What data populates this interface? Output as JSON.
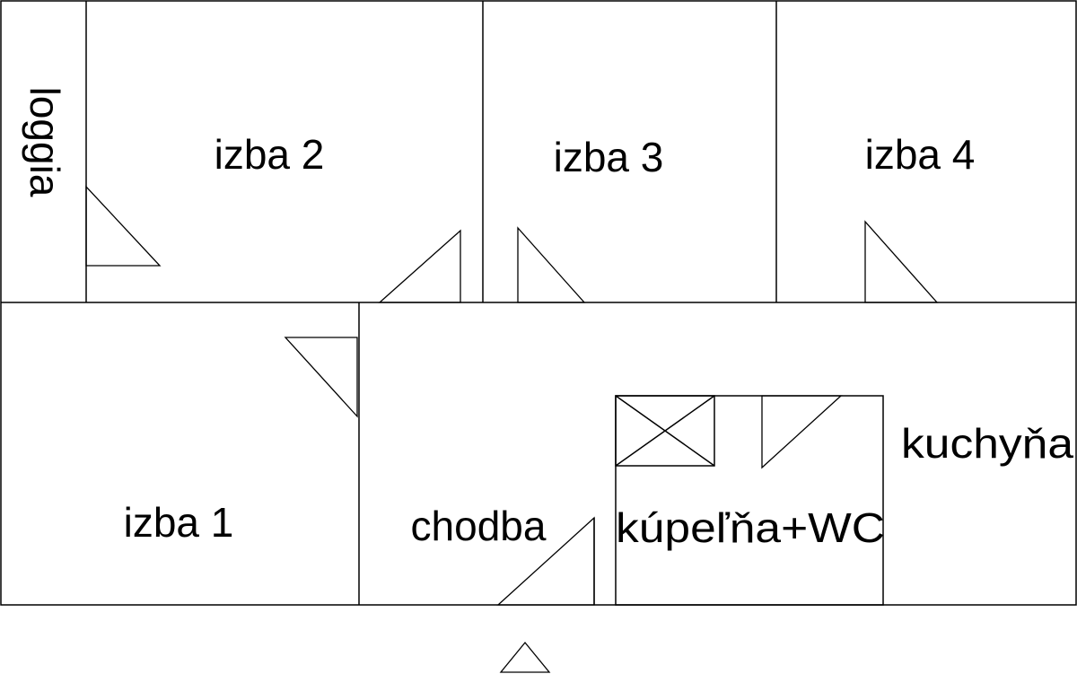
{
  "rooms": {
    "loggia": "loggia",
    "izba2": "izba 2",
    "izba3": "izba 3",
    "izba4": "izba 4",
    "izba1": "izba 1",
    "chodba": "chodba",
    "kupelna": "kúpeľňa+WC",
    "kuchyna": "kuchyňa"
  },
  "colors": {
    "line": "#000000",
    "background": "#ffffff"
  },
  "icons": {
    "entrance": "triangle-entrance-icon",
    "shaft": "crossed-box-icon",
    "door": "door-swing-icon"
  }
}
